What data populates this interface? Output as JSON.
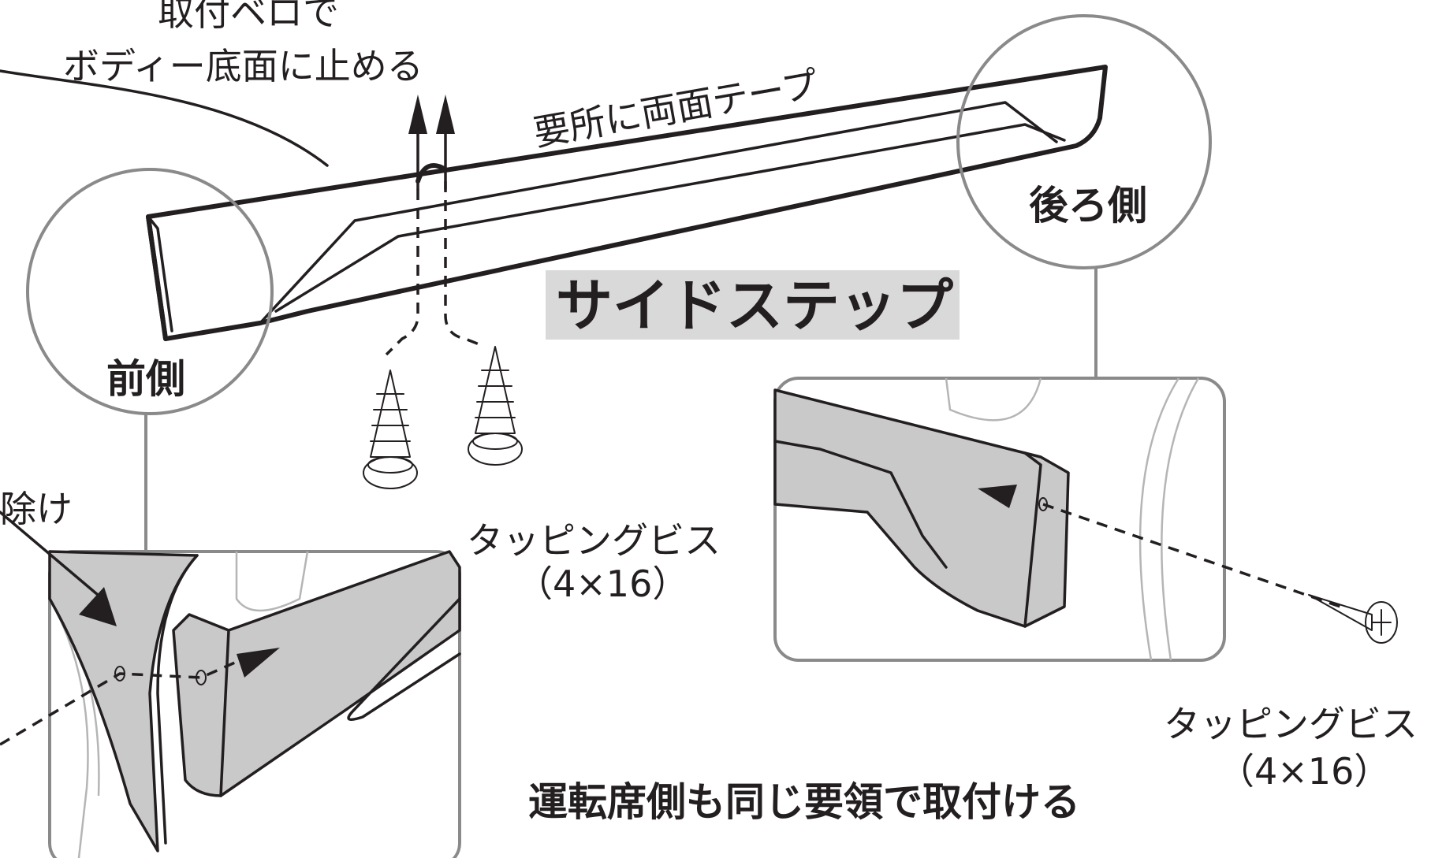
{
  "labels": {
    "fastening_tab": "取付ベロで",
    "body_bottom": "ボディー底面に止める",
    "double_tape": "要所に両面テープ",
    "rear_side": "後ろ側",
    "front_side": "前側",
    "product_name": "サイドステップ",
    "mudguard_partial": "除け",
    "tapping_screw_center": "タッピングビス",
    "tapping_screw_center_size": "（4×16）",
    "tapping_screw_right": "タッピングビス",
    "tapping_screw_right_size": "（4×16）",
    "driver_side_note": "運転席側も同じ要領で取付ける"
  },
  "colors": {
    "line": "#231f20",
    "callout_ring": "#8a8a8a",
    "part_fill": "#c9c9c9",
    "title_background": "#d9d9d9"
  }
}
